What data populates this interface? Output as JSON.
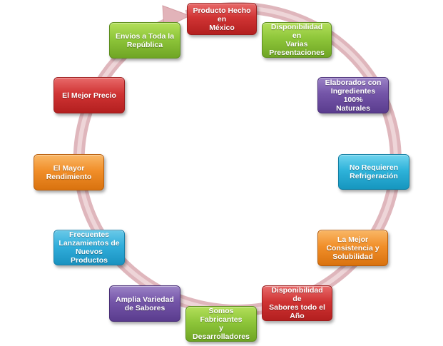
{
  "diagram": {
    "nodes": [
      {
        "id": "n1",
        "label": "Producto Hecho en\nMéxico",
        "color": "#c92a2a"
      },
      {
        "id": "n2",
        "label": "Disponibilidad  en\nVarias\nPresentaciones",
        "color": "#8ec63a"
      },
      {
        "id": "n3",
        "label": "Elaborados  con\nIngredientes 100%\nNaturales",
        "color": "#7455a8"
      },
      {
        "id": "n4",
        "label": "No Requieren\nRefrigeración",
        "color": "#2fb3da"
      },
      {
        "id": "n5",
        "label": "La Mejor\nConsistencia y\nSolubilidad",
        "color": "#f18f2a"
      },
      {
        "id": "n6",
        "label": "Disponibilidad  de\nSabores todo el\nAño",
        "color": "#c92a2a"
      },
      {
        "id": "n7",
        "label": "Somos Fabricantes\ny Desarrolladores",
        "color": "#8ec63a"
      },
      {
        "id": "n8",
        "label": "Amplia Variedad\nde Sabores",
        "color": "#7455a8"
      },
      {
        "id": "n9",
        "label": "Frecuentes\nLanzamientos de\nNuevos Productos",
        "color": "#32aedb"
      },
      {
        "id": "n10",
        "label": "El Mayor\nRendimiento",
        "color": "#f18f2a"
      },
      {
        "id": "n11",
        "label": "El Mejor Precio",
        "color": "#c92a2a"
      },
      {
        "id": "n12",
        "label": "Envíos a Toda la\nRepública",
        "color": "#8ec63a"
      }
    ],
    "ring_color": "#e8c4c8"
  }
}
